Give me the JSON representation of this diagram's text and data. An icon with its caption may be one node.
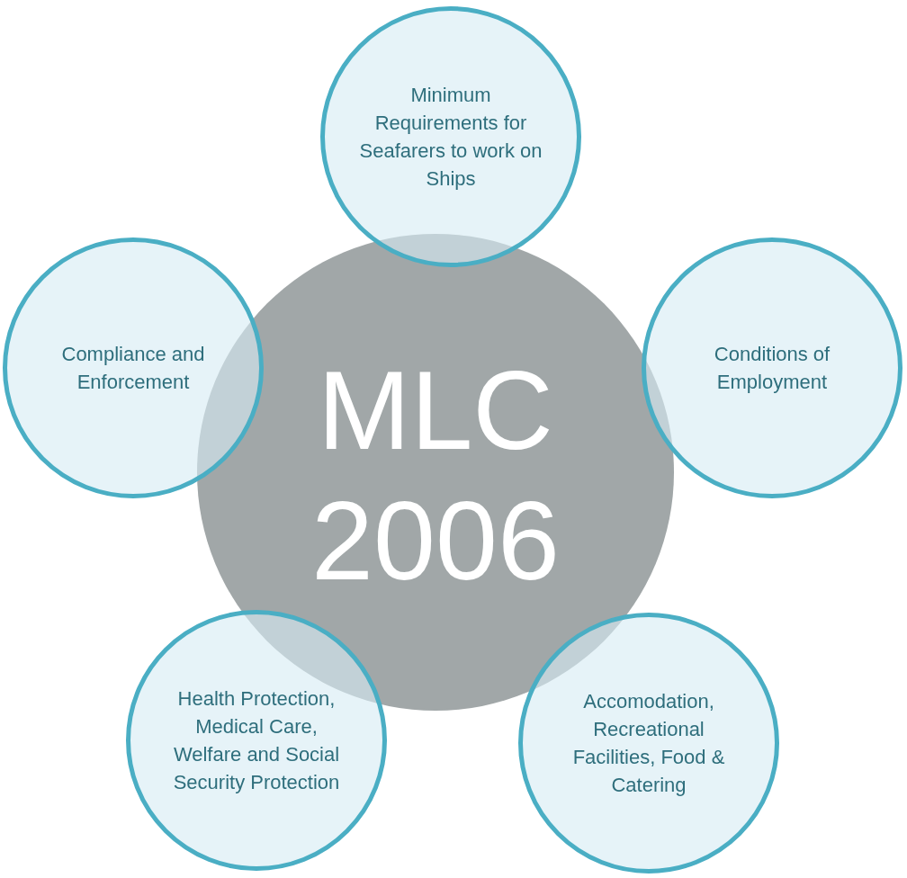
{
  "diagram": {
    "nodes": [
      {
        "text": [
          "Minimum Requirements for Seafarers to work on Ships"
        ]
      },
      {
        "text": [
          "Compliance and Enforcement"
        ]
      },
      {
        "text": [
          "MLC 2006"
        ]
      },
      {
        "text": [
          "Conditions of Employment"
        ]
      },
      {
        "text": [
          "Health Protection, Medical Care, Welfare and Social Security Protection"
        ]
      },
      {
        "text": [
          "Accomodation, Recreational Facilities, Food & Catering"
        ]
      }
    ]
  }
}
